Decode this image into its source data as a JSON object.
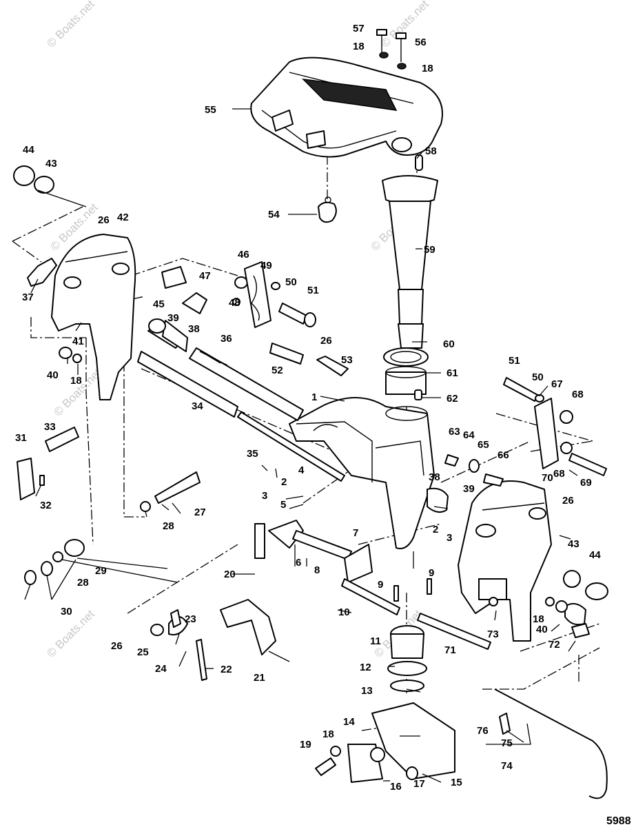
{
  "diagram": {
    "reference_number": "5988",
    "watermark": "© Boats.net",
    "callouts": [
      {
        "id": "c57",
        "label": "57"
      },
      {
        "id": "c18a",
        "label": "18"
      },
      {
        "id": "c56",
        "label": "56"
      },
      {
        "id": "c18b",
        "label": "18"
      },
      {
        "id": "c55",
        "label": "55"
      },
      {
        "id": "c58",
        "label": "58"
      },
      {
        "id": "c44a",
        "label": "44"
      },
      {
        "id": "c43a",
        "label": "43"
      },
      {
        "id": "c54",
        "label": "54"
      },
      {
        "id": "c26a",
        "label": "26"
      },
      {
        "id": "c42",
        "label": "42"
      },
      {
        "id": "c59",
        "label": "59"
      },
      {
        "id": "c46",
        "label": "46"
      },
      {
        "id": "c49",
        "label": "49"
      },
      {
        "id": "c47",
        "label": "47"
      },
      {
        "id": "c50a",
        "label": "50"
      },
      {
        "id": "c51a",
        "label": "51"
      },
      {
        "id": "c45",
        "label": "45"
      },
      {
        "id": "c48",
        "label": "48"
      },
      {
        "id": "c37",
        "label": "37"
      },
      {
        "id": "c39a",
        "label": "39"
      },
      {
        "id": "c38a",
        "label": "38"
      },
      {
        "id": "c41",
        "label": "41"
      },
      {
        "id": "c36",
        "label": "36"
      },
      {
        "id": "c26b",
        "label": "26"
      },
      {
        "id": "c60",
        "label": "60"
      },
      {
        "id": "c40a",
        "label": "40"
      },
      {
        "id": "c52",
        "label": "52"
      },
      {
        "id": "c53",
        "label": "53"
      },
      {
        "id": "c18c",
        "label": "18"
      },
      {
        "id": "c61",
        "label": "61"
      },
      {
        "id": "c51b",
        "label": "51"
      },
      {
        "id": "c50b",
        "label": "50"
      },
      {
        "id": "c67",
        "label": "67"
      },
      {
        "id": "c62",
        "label": "62"
      },
      {
        "id": "c1",
        "label": "1"
      },
      {
        "id": "c68a",
        "label": "68"
      },
      {
        "id": "c34",
        "label": "34"
      },
      {
        "id": "c33",
        "label": "33"
      },
      {
        "id": "c31",
        "label": "31"
      },
      {
        "id": "c63",
        "label": "63"
      },
      {
        "id": "c64",
        "label": "64"
      },
      {
        "id": "c65",
        "label": "65"
      },
      {
        "id": "c35",
        "label": "35"
      },
      {
        "id": "c66",
        "label": "66"
      },
      {
        "id": "c68b",
        "label": "68"
      },
      {
        "id": "c69",
        "label": "69"
      },
      {
        "id": "c2a",
        "label": "2"
      },
      {
        "id": "c4",
        "label": "4"
      },
      {
        "id": "c70",
        "label": "70"
      },
      {
        "id": "c32",
        "label": "32"
      },
      {
        "id": "c27",
        "label": "27"
      },
      {
        "id": "c3a",
        "label": "3"
      },
      {
        "id": "c38b",
        "label": "38"
      },
      {
        "id": "c5",
        "label": "5"
      },
      {
        "id": "c39b",
        "label": "39"
      },
      {
        "id": "c26c",
        "label": "26"
      },
      {
        "id": "c28a",
        "label": "28"
      },
      {
        "id": "c7",
        "label": "7"
      },
      {
        "id": "c2b",
        "label": "2"
      },
      {
        "id": "c3b",
        "label": "3"
      },
      {
        "id": "c43b",
        "label": "43"
      },
      {
        "id": "c44b",
        "label": "44"
      },
      {
        "id": "c6",
        "label": "6"
      },
      {
        "id": "c8",
        "label": "8"
      },
      {
        "id": "c29",
        "label": "29"
      },
      {
        "id": "c28b",
        "label": "28"
      },
      {
        "id": "c20",
        "label": "20"
      },
      {
        "id": "c9a",
        "label": "9"
      },
      {
        "id": "c9b",
        "label": "9"
      },
      {
        "id": "c30",
        "label": "30"
      },
      {
        "id": "c10",
        "label": "10"
      },
      {
        "id": "c18d",
        "label": "18"
      },
      {
        "id": "c40b",
        "label": "40"
      },
      {
        "id": "c23",
        "label": "23"
      },
      {
        "id": "c11",
        "label": "11"
      },
      {
        "id": "c73",
        "label": "73"
      },
      {
        "id": "c72",
        "label": "72"
      },
      {
        "id": "c26d",
        "label": "26"
      },
      {
        "id": "c25",
        "label": "25"
      },
      {
        "id": "c24",
        "label": "24"
      },
      {
        "id": "c71",
        "label": "71"
      },
      {
        "id": "c22",
        "label": "22"
      },
      {
        "id": "c12",
        "label": "12"
      },
      {
        "id": "c21",
        "label": "21"
      },
      {
        "id": "c13",
        "label": "13"
      },
      {
        "id": "c76",
        "label": "76"
      },
      {
        "id": "c75",
        "label": "75"
      },
      {
        "id": "c14",
        "label": "14"
      },
      {
        "id": "c18e",
        "label": "18"
      },
      {
        "id": "c19",
        "label": "19"
      },
      {
        "id": "c74",
        "label": "74"
      },
      {
        "id": "c15",
        "label": "15"
      },
      {
        "id": "c16",
        "label": "16"
      },
      {
        "id": "c17",
        "label": "17"
      }
    ]
  }
}
